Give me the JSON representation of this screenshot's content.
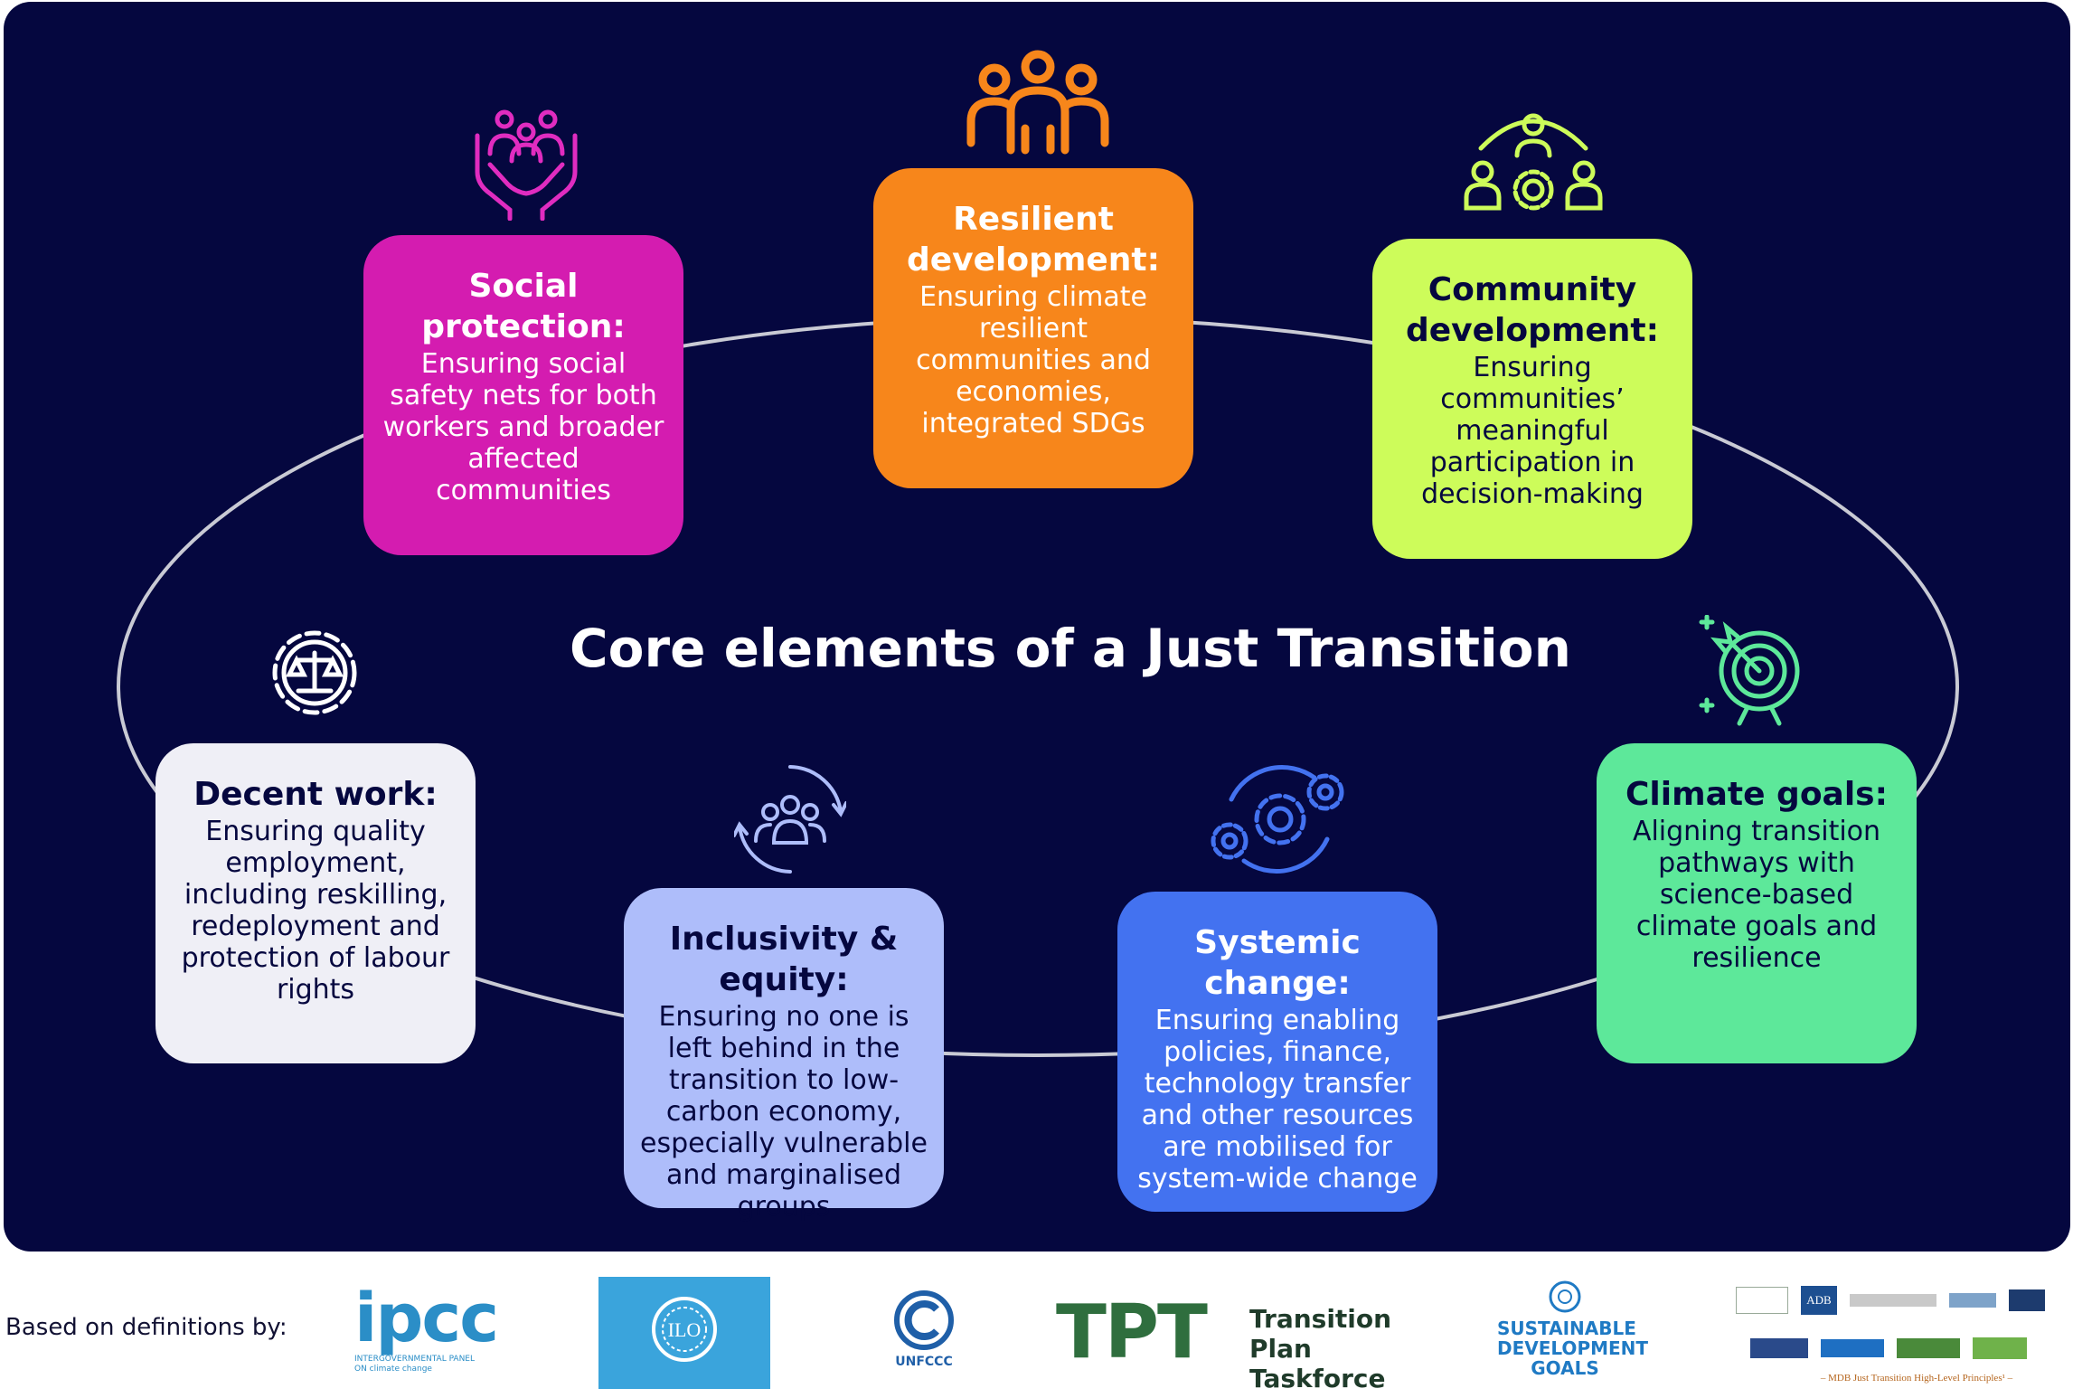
{
  "title": "Core elements of a Just Transition",
  "colors": {
    "background": "#05073f",
    "social_protection": "#d41cb0",
    "resilient_development": "#f7861b",
    "community_development": "#cdfc5a",
    "decent_work": "#efeff6",
    "inclusivity_equity": "#aebdfa",
    "systemic_change": "#4372f0",
    "climate_goals": "#5de89a"
  },
  "elements": [
    {
      "key": "social_protection",
      "title": "Social protection:",
      "description": "Ensuring social safety nets for both workers and broader affected communities",
      "icon": "people-in-hands-icon"
    },
    {
      "key": "resilient_development",
      "title": "Resilient development:",
      "description": "Ensuring climate resilient communities and economies, integrated SDGs",
      "icon": "people-group-icon"
    },
    {
      "key": "community_development",
      "title": "Community development:",
      "description": "Ensuring communities’ meaningful participation in decision-making",
      "icon": "community-gear-icon"
    },
    {
      "key": "decent_work",
      "title": "Decent work:",
      "description": "Ensuring quality employment, including reskilling, redeployment and protection of labour rights",
      "icon": "scales-gear-icon"
    },
    {
      "key": "inclusivity_equity",
      "title": "Inclusivity & equity:",
      "description": "Ensuring no one is left behind in the transition to low-carbon economy, especially vulnerable and marginalised groups",
      "icon": "circular-people-icon"
    },
    {
      "key": "systemic_change",
      "title": "Systemic change:",
      "description": "Ensuring enabling policies, finance, technology transfer and other resources are mobilised for system-wide change",
      "icon": "gears-cycle-icon"
    },
    {
      "key": "climate_goals",
      "title": "Climate goals:",
      "description": "Aligning transition pathways with science-based climate goals and resilience",
      "icon": "target-icon"
    }
  ],
  "footer": {
    "label": "Based on definitions by:",
    "logos": [
      {
        "name": "ipcc",
        "text": "ipcc",
        "subtext": "INTERGOVERNMENTAL PANEL ON climate change"
      },
      {
        "name": "ilo",
        "text": "ILO"
      },
      {
        "name": "unfccc",
        "text": "UNFCCC"
      },
      {
        "name": "tpt",
        "text": "TPT",
        "subtext": "Transition Plan Taskforce"
      },
      {
        "name": "sdgs",
        "text": "SUSTAINABLE DEVELOPMENT GOALS"
      },
      {
        "name": "mdb",
        "text": "ADB",
        "subtext": "– MDB Just Transition High-Level Principles¹ –"
      }
    ]
  }
}
